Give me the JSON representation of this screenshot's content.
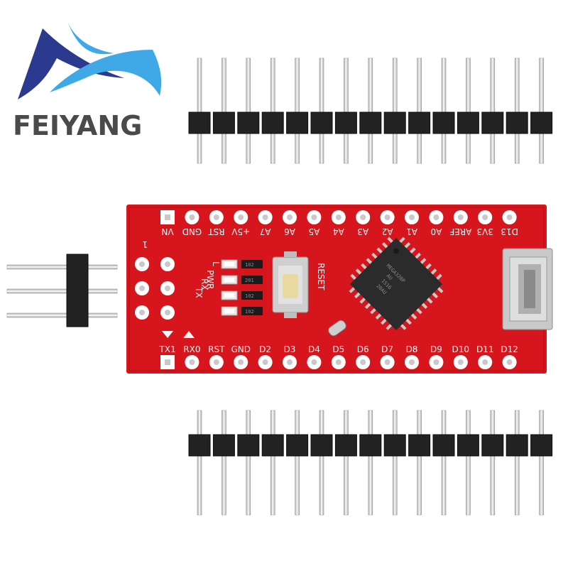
{
  "brand": {
    "name": "FEIYANG",
    "colors": {
      "logo_dark": "#2b3a8f",
      "logo_light": "#3fa9e8",
      "text": "#4a4a4a"
    }
  },
  "board": {
    "color": "#d6161c",
    "top_labels": [
      "VN",
      "GND",
      "RST",
      "+5V",
      "A7",
      "A6",
      "A5",
      "A4",
      "A3",
      "A2",
      "A1",
      "A0",
      "AREF",
      "3V3",
      "D13"
    ],
    "bottom_labels": [
      "TX1",
      "RX0",
      "RST",
      "GND",
      "D2",
      "D3",
      "D4",
      "D5",
      "D6",
      "D7",
      "D8",
      "D9",
      "D10",
      "D11",
      "D12"
    ],
    "pin1_label": "1",
    "reset_label": "RESET",
    "led_labels": [
      "L",
      "PWR",
      "RX",
      "TX"
    ],
    "resistor_codes": [
      "102",
      "201",
      "102",
      "102"
    ],
    "chip_text": [
      "MEGA328P",
      "AU",
      "1516",
      "20AU"
    ]
  },
  "headers": {
    "top_row_pins": 15,
    "bottom_row_pins": 15,
    "icsp_pins": 3
  }
}
